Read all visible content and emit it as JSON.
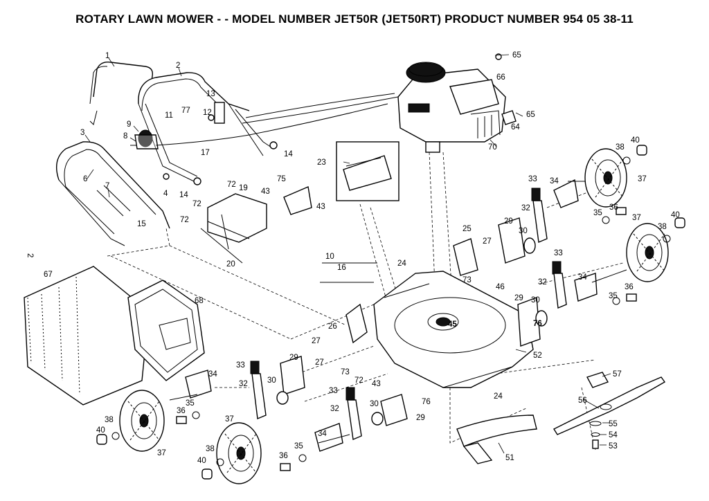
{
  "title": "ROTARY LAWN MOWER - - MODEL NUMBER JET50R  (JET50RT) PRODUCT NUMBER 954 05 38-11",
  "page_marker": "2",
  "labels": {
    "l1": "1",
    "l2": "2",
    "l3": "3",
    "l4": "4",
    "l6": "6",
    "l7": "7",
    "l8": "8",
    "l9": "9",
    "l10": "10",
    "l11": "11",
    "l12": "12",
    "l13": "13",
    "l14a": "14",
    "l14b": "14",
    "l15": "15",
    "l16": "16",
    "l17": "17",
    "l19": "19",
    "l20": "20",
    "l23": "23",
    "l24a": "24",
    "l24b": "24",
    "l25": "25",
    "l26": "26",
    "l27a": "27",
    "l27b": "27",
    "l27c": "27",
    "l29a": "29",
    "l29b": "29",
    "l29c": "29",
    "l29d": "29",
    "l30a": "30",
    "l30b": "30",
    "l30c": "30",
    "l30d": "30",
    "l32a": "32",
    "l32b": "32",
    "l32c": "32",
    "l32d": "32",
    "l33a": "33",
    "l33b": "33",
    "l33c": "33",
    "l33d": "33",
    "l34a": "34",
    "l34b": "34",
    "l34c": "34",
    "l34d": "34",
    "l35a": "35",
    "l35b": "35",
    "l35c": "35",
    "l35d": "35",
    "l36a": "36",
    "l36b": "36",
    "l36c": "36",
    "l36d": "36",
    "l37a": "37",
    "l37b": "37",
    "l37c": "37",
    "l37d": "37",
    "l38a": "38",
    "l38b": "38",
    "l38c": "38",
    "l38d": "38",
    "l40a": "40",
    "l40b": "40",
    "l40c": "40",
    "l40d": "40",
    "l43a": "43",
    "l43b": "43",
    "l43c": "43",
    "l45": "45",
    "l46": "46",
    "l51": "51",
    "l52": "52",
    "l53": "53",
    "l54": "54",
    "l55": "55",
    "l56": "56",
    "l57": "57",
    "l64": "64",
    "l65a": "65",
    "l65b": "65",
    "l66": "66",
    "l67": "67",
    "l68": "68",
    "l70": "70",
    "l72a": "72",
    "l72b": "72",
    "l72c": "72",
    "l72d": "72",
    "l73a": "73",
    "l73b": "73",
    "l75": "75",
    "l76a": "76",
    "l76b": "76",
    "l77": "77"
  }
}
